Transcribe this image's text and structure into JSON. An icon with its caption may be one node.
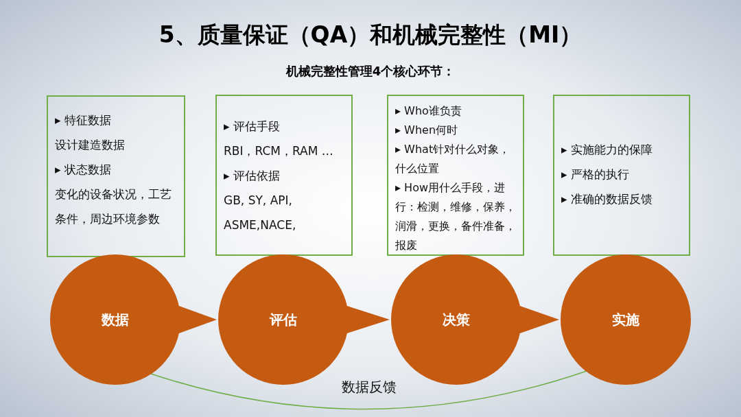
{
  "diagram": {
    "title": "5、质量保证（QA）和机械完整性（MI）",
    "nodes": [
      {
        "text": [
          "▸ 特征数据",
          "设计建造数据",
          "▸ 状态数据",
          "变化的设备状况，工艺条件，周边环境参数"
        ]
      },
      {
        "text": [
          "▸ 评估手段",
          "RBI，RCM，RAM …",
          "▸ 评估依据",
          "GB, SY, API,",
          "ASME,NACE,"
        ]
      },
      {
        "text": [
          "▸ Who谁负责",
          "▸ When何时",
          "▸ What针对什么对象，什么位置",
          "▸ How用什么手段，进行：检测，维修，保养，润滑，更换，备件准备，报废"
        ]
      },
      {
        "text": [
          "▸ 实施能力的保障",
          "▸ 严格的执行",
          "▸ 准确的数据反馈"
        ]
      },
      {
        "text": [
          "数据"
        ]
      },
      {
        "text": [
          "评估"
        ]
      },
      {
        "text": [
          "决策"
        ]
      },
      {
        "text": [
          "实施"
        ]
      }
    ],
    "edges": [
      {
        "from": 4,
        "to": 5,
        "arrow": "to"
      },
      {
        "from": 5,
        "to": 6,
        "arrow": "to"
      },
      {
        "from": 6,
        "to": 7,
        "arrow": "to"
      },
      {
        "from": 7,
        "to": 4,
        "arrow": "none",
        "label": "数据反馈",
        "color": "#70ad47"
      }
    ],
    "labels": [
      "机械完整性管理4个核心环节："
    ]
  }
}
